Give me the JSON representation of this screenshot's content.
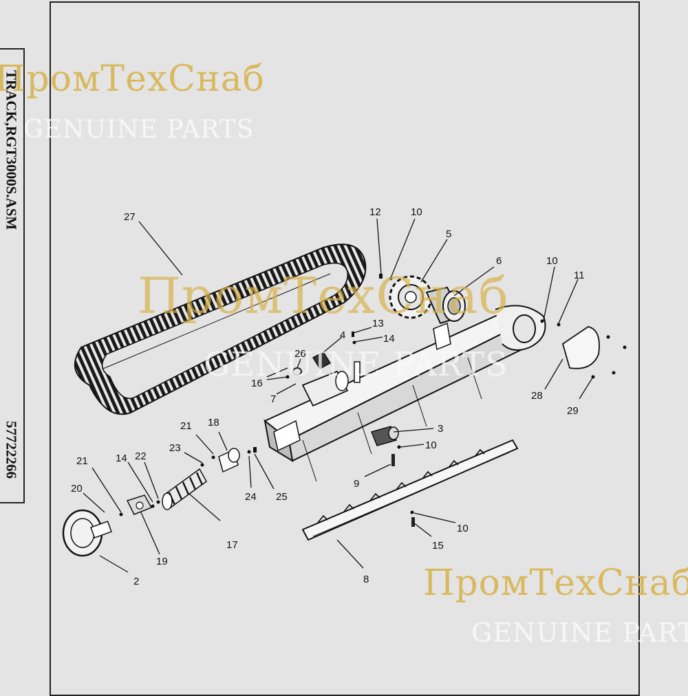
{
  "side_label": {
    "assembly_name": "TRACK,RGT3000S.ASM",
    "part_number": "57722266"
  },
  "watermark": {
    "brand": "ПромТехСнаб",
    "tagline": "GENUINE PARTS"
  },
  "callouts": {
    "c27": "27",
    "c12": "12",
    "c10a": "10",
    "c5": "5",
    "c6": "6",
    "c10b": "10",
    "c11": "11",
    "c13": "13",
    "c14a": "14",
    "c4": "4",
    "c26": "26",
    "c16": "16",
    "c7": "7",
    "c28": "28",
    "c29": "29",
    "c21a": "21",
    "c18": "18",
    "c3": "3",
    "c10c": "10",
    "c23": "23",
    "c21b": "21",
    "c14b": "14",
    "c22": "22",
    "c20": "20",
    "c9": "9",
    "c24": "24",
    "c25": "25",
    "c17": "17",
    "c19": "19",
    "c2": "2",
    "c10d": "10",
    "c15": "15",
    "c8": "8"
  },
  "colors": {
    "line": "#111111",
    "background": "#e4e4e4",
    "watermark_gold": "#d8b24a"
  }
}
